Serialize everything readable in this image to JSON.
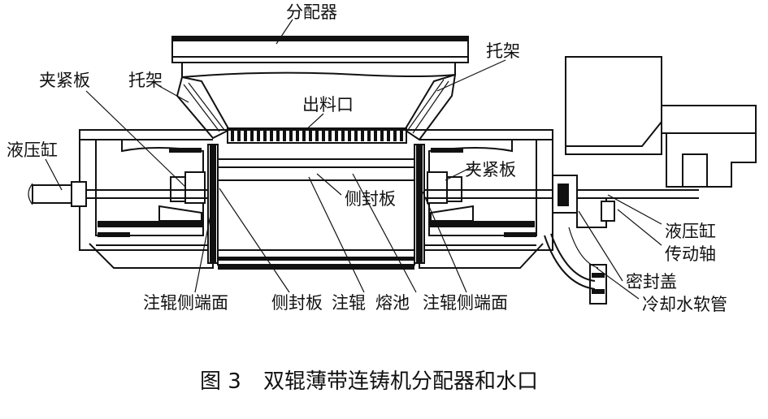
{
  "labels": {
    "distributor": "分配器",
    "bracket_left": "托架",
    "bracket_right": "托架",
    "clamp_plate_left": "夹紧板",
    "clamp_plate_right": "夹紧板",
    "outlet": "出料口",
    "hydraulic_cylinder_left": "液压缸",
    "hydraulic_cylinder_right": "液压缸",
    "side_seal_plate_inner": "侧封板",
    "transmission_shaft": "传动轴",
    "seal_cover": "密封盖",
    "cooling_water_hose": "冷却水软管",
    "roll_side_end_face_left": "注辊侧端面",
    "side_seal_plate": "侧封板",
    "casting_roll": "注辊",
    "molten_pool": "熔池",
    "roll_side_end_face_right": "注辊侧端面"
  },
  "caption": {
    "figure_number": "图 3",
    "title": "双辊薄带连铸机分配器和水口"
  }
}
